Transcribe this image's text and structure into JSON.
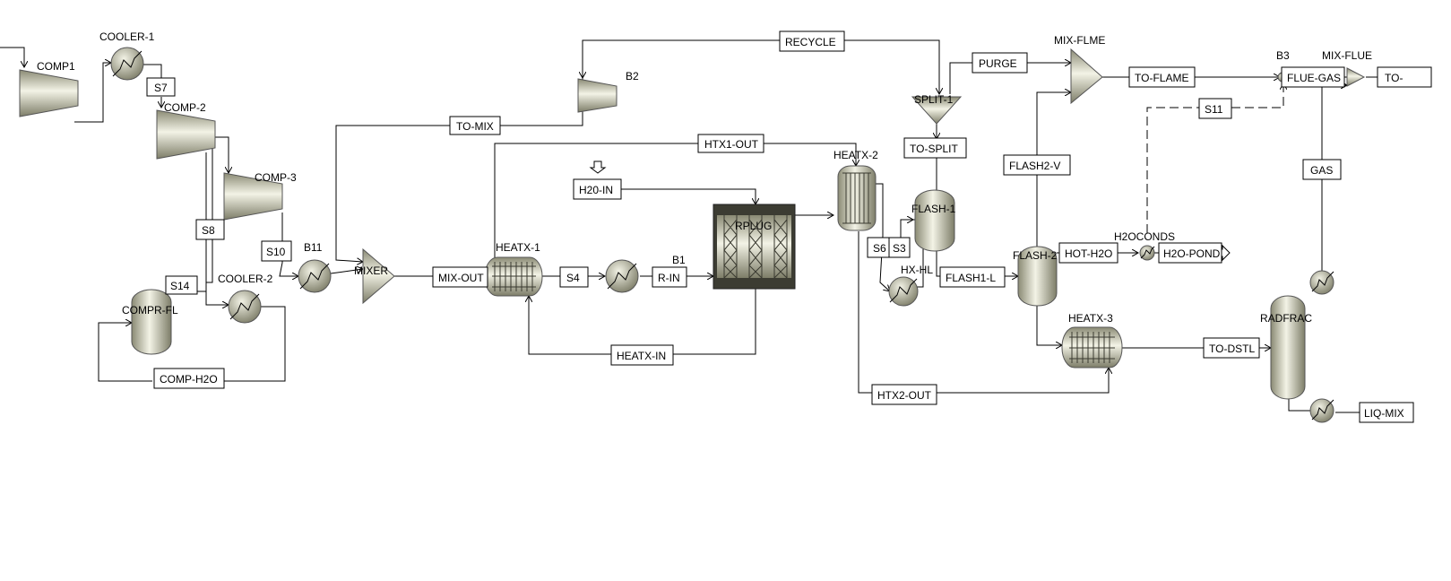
{
  "flowsheet": {
    "blocks": {
      "comp1": "COMP1",
      "cooler1": "COOLER-1",
      "comp2": "COMP-2",
      "comp3": "COMP-3",
      "cooler2": "COOLER-2",
      "comprfl": "COMPR-FL",
      "b11": "B11",
      "mixer": "MIXER",
      "heatx1": "HEATX-1",
      "b1": "B1",
      "rplug": "RPLUG",
      "b2": "B2",
      "heatx2": "HEATX-2",
      "split1": "SPLIT-1",
      "flash1": "FLASH-1",
      "hx": "HX-HL",
      "flash2": "FLASH-2",
      "mixflme": "MIX-FLME",
      "h2ocond": "H2OCONDS",
      "heatx3": "HEATX-3",
      "radfrac": "RADFRAC",
      "b3": "B3",
      "mixflue": "MIX-FLUE"
    },
    "streams": {
      "s7": "S7",
      "s8": "S8",
      "s10": "S10",
      "s14": "S14",
      "comph2o": "COMP-H2O",
      "tomix": "TO-MIX",
      "mixout": "MIX-OUT",
      "htx1out": "HTX1-OUT",
      "s4": "S4",
      "rin": "R-IN",
      "h20in": "H20-IN",
      "heatxin": "HEATX-IN",
      "recycle": "RECYCLE",
      "purge": "PURGE",
      "tosplit": "TO-SPLIT",
      "s6": "S6",
      "s3": "S3",
      "flash1l": "FLASH1-L",
      "htx2out": "HTX2-OUT",
      "flash2v": "FLASH2-V",
      "hoth2o": "HOT-H2O",
      "h2opond": "H2O-POND",
      "toflame": "TO-FLAME",
      "fluegas": "FLUE-GAS",
      "s11": "S11",
      "gas": "GAS",
      "todstl": "TO-DSTL",
      "liqmix": "LIQ-MIX",
      "tofar": "TO-"
    }
  },
  "colors": {
    "equipment_light": "#f1f1e4",
    "equipment_dark": "#8a8a74",
    "reactor_dark": "#3c3c32",
    "line": "#000000"
  }
}
